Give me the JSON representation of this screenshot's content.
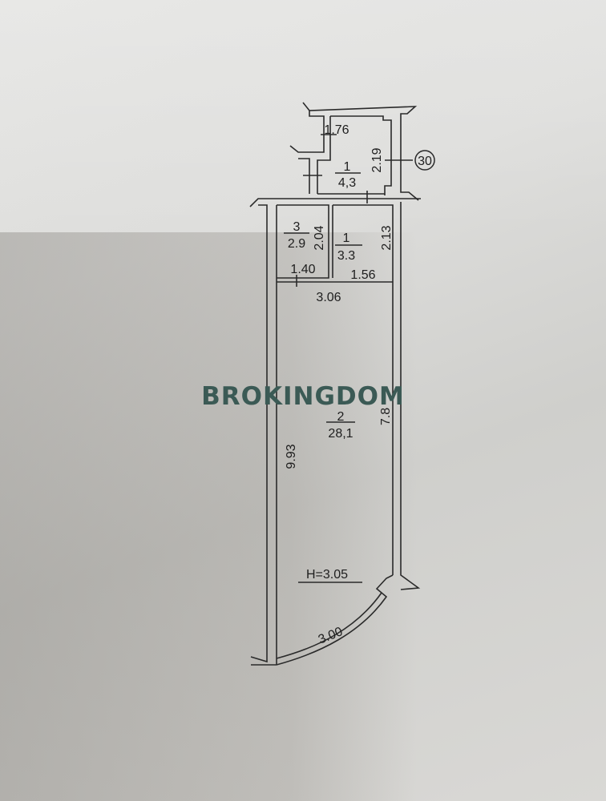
{
  "plan": {
    "annex": {
      "width": "1.76",
      "depth": "2.19",
      "room_number": "1",
      "area": "4,3",
      "marker": "30"
    },
    "room3": {
      "number": "3",
      "area": "2.9",
      "height_dim": "2.04",
      "width_dim": "1.40"
    },
    "room1": {
      "number": "1",
      "area": "3.3",
      "height_dim": "2.13",
      "width_dim": "1.56"
    },
    "room2": {
      "number": "2",
      "area": "28,1",
      "width_dim": "3.06",
      "left_dim": "9.93",
      "right_dim": "7.8",
      "ceiling": "H=3.05",
      "curve_dim": "3.00"
    }
  },
  "watermark": "BROKINGDOM"
}
